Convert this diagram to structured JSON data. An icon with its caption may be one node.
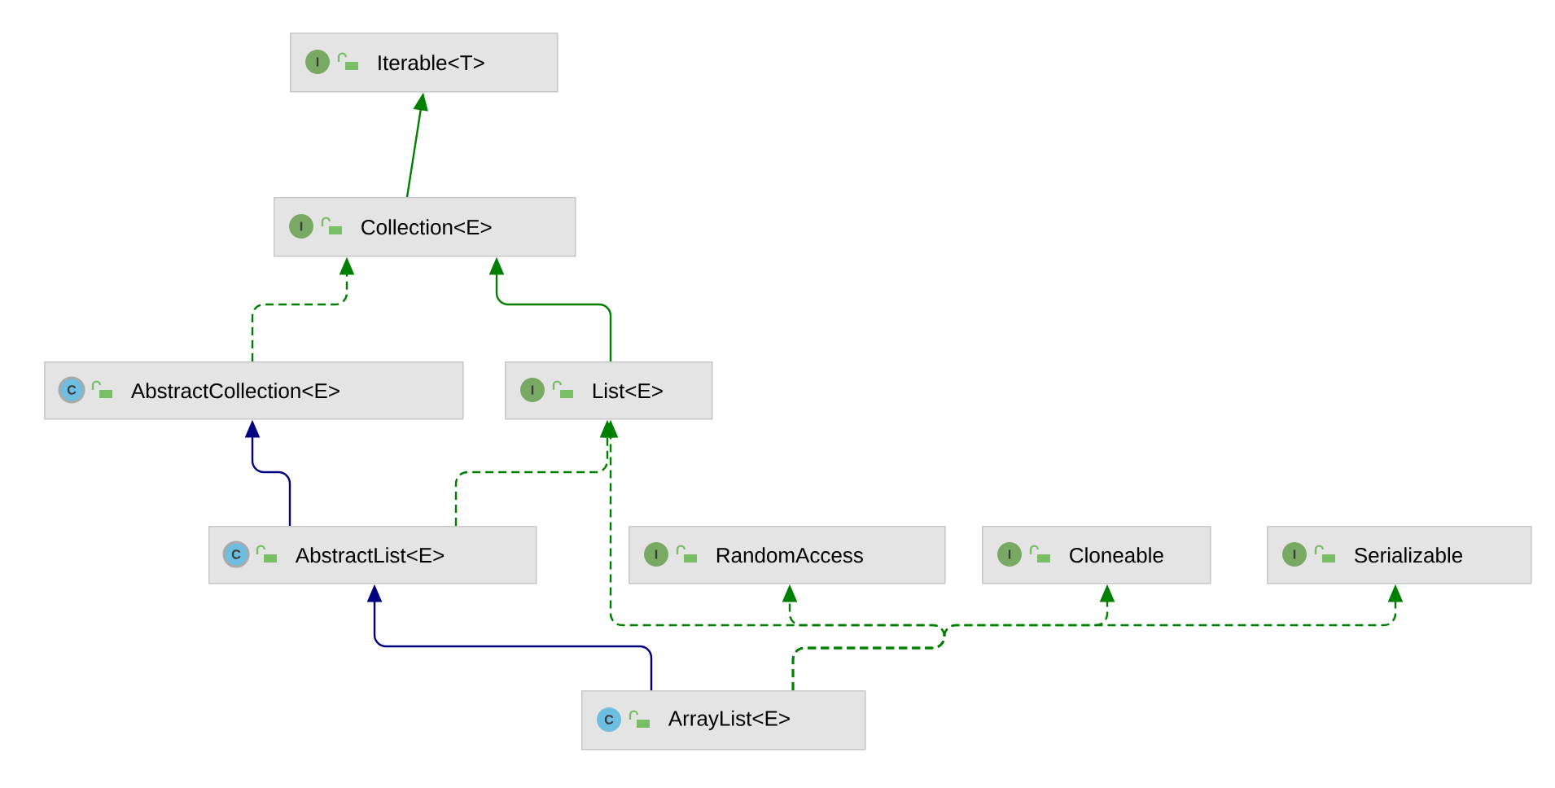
{
  "diagram": {
    "nodes": [
      {
        "text": [
          "I",
          "Iterable<T>"
        ]
      },
      {
        "text": [
          "I",
          "Collection<E>"
        ]
      },
      {
        "text": [
          "C",
          "AbstractCollection<E>"
        ]
      },
      {
        "text": [
          "I",
          "List<E>"
        ]
      },
      {
        "text": [
          "C",
          "AbstractList<E>"
        ]
      },
      {
        "text": [
          "I",
          "RandomAccess"
        ]
      },
      {
        "text": [
          "I",
          "Cloneable"
        ]
      },
      {
        "text": [
          "I",
          "Serializable"
        ]
      },
      {
        "text": [
          "C",
          "ArrayList<E>"
        ]
      }
    ],
    "edges": [
      {
        "from": 1,
        "to": 0,
        "arrow": "to"
      },
      {
        "from": 2,
        "to": 1,
        "arrow": "to",
        "style": "dashed"
      },
      {
        "from": 3,
        "to": 1,
        "arrow": "to"
      },
      {
        "from": 4,
        "to": 2,
        "arrow": "to",
        "color": "#000080"
      },
      {
        "from": 4,
        "to": 3,
        "arrow": "to",
        "style": "dashed"
      },
      {
        "from": 8,
        "to": 4,
        "arrow": "to",
        "color": "#000080"
      },
      {
        "from": 8,
        "to": 3,
        "arrow": "to",
        "style": "dashed"
      },
      {
        "from": 8,
        "to": 5,
        "arrow": "to",
        "style": "dashed"
      },
      {
        "from": 8,
        "to": 6,
        "arrow": "to",
        "style": "dashed"
      },
      {
        "from": 8,
        "to": 7,
        "arrow": "to",
        "style": "dashed"
      }
    ]
  }
}
